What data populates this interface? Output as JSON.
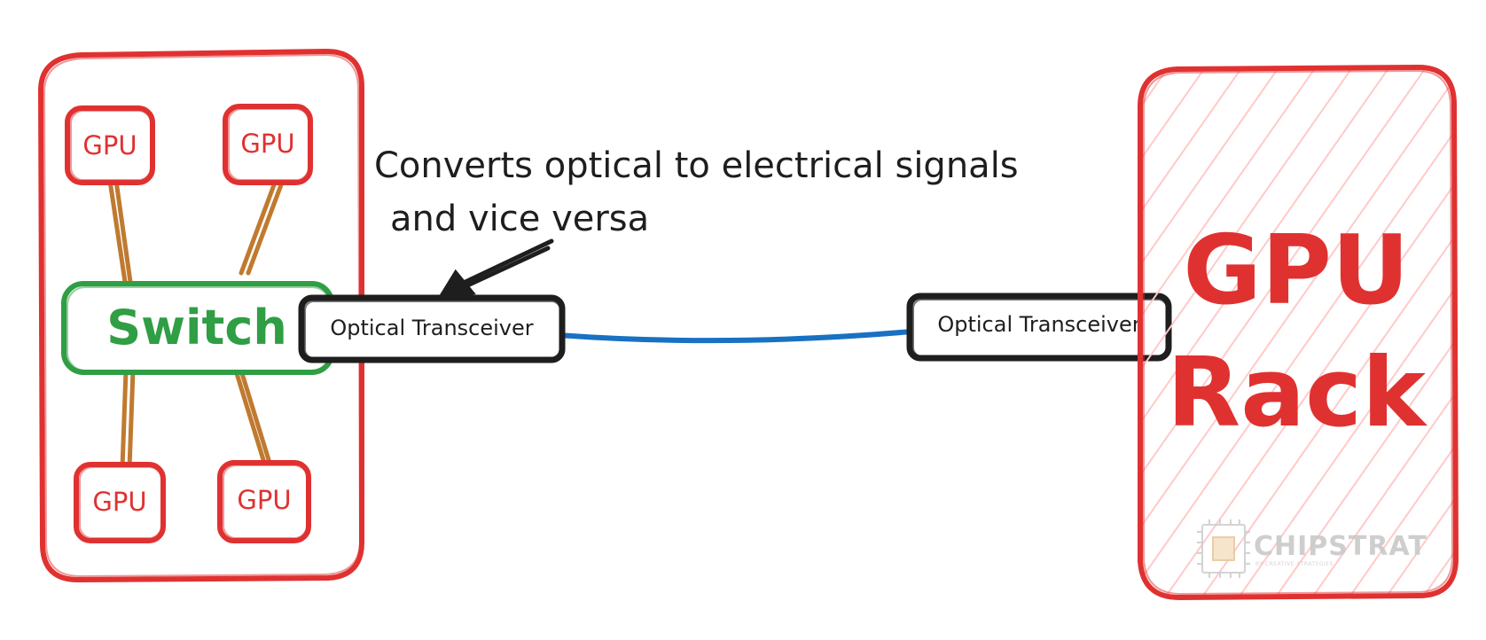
{
  "diagram": {
    "gpu_label": "GPU",
    "switch_label": "Switch",
    "transceiver_left_label": "Optical Transceiver",
    "transceiver_right_label": "Optical Transceiver",
    "annotation_line1": "Converts optical to electrical signals",
    "annotation_line2": "and vice versa",
    "rack_line1": "GPU",
    "rack_line2": "Rack"
  },
  "watermark": {
    "brand": "CHIPSTRAT",
    "tagline": "BY CREATIVE STRATEGIES"
  },
  "colors": {
    "red": "#e03131",
    "green": "#2f9e44",
    "copper": "#c07a30",
    "fiber": "#1971c2",
    "ink": "#1e1e1e",
    "hatch": "#ffc9c9"
  }
}
